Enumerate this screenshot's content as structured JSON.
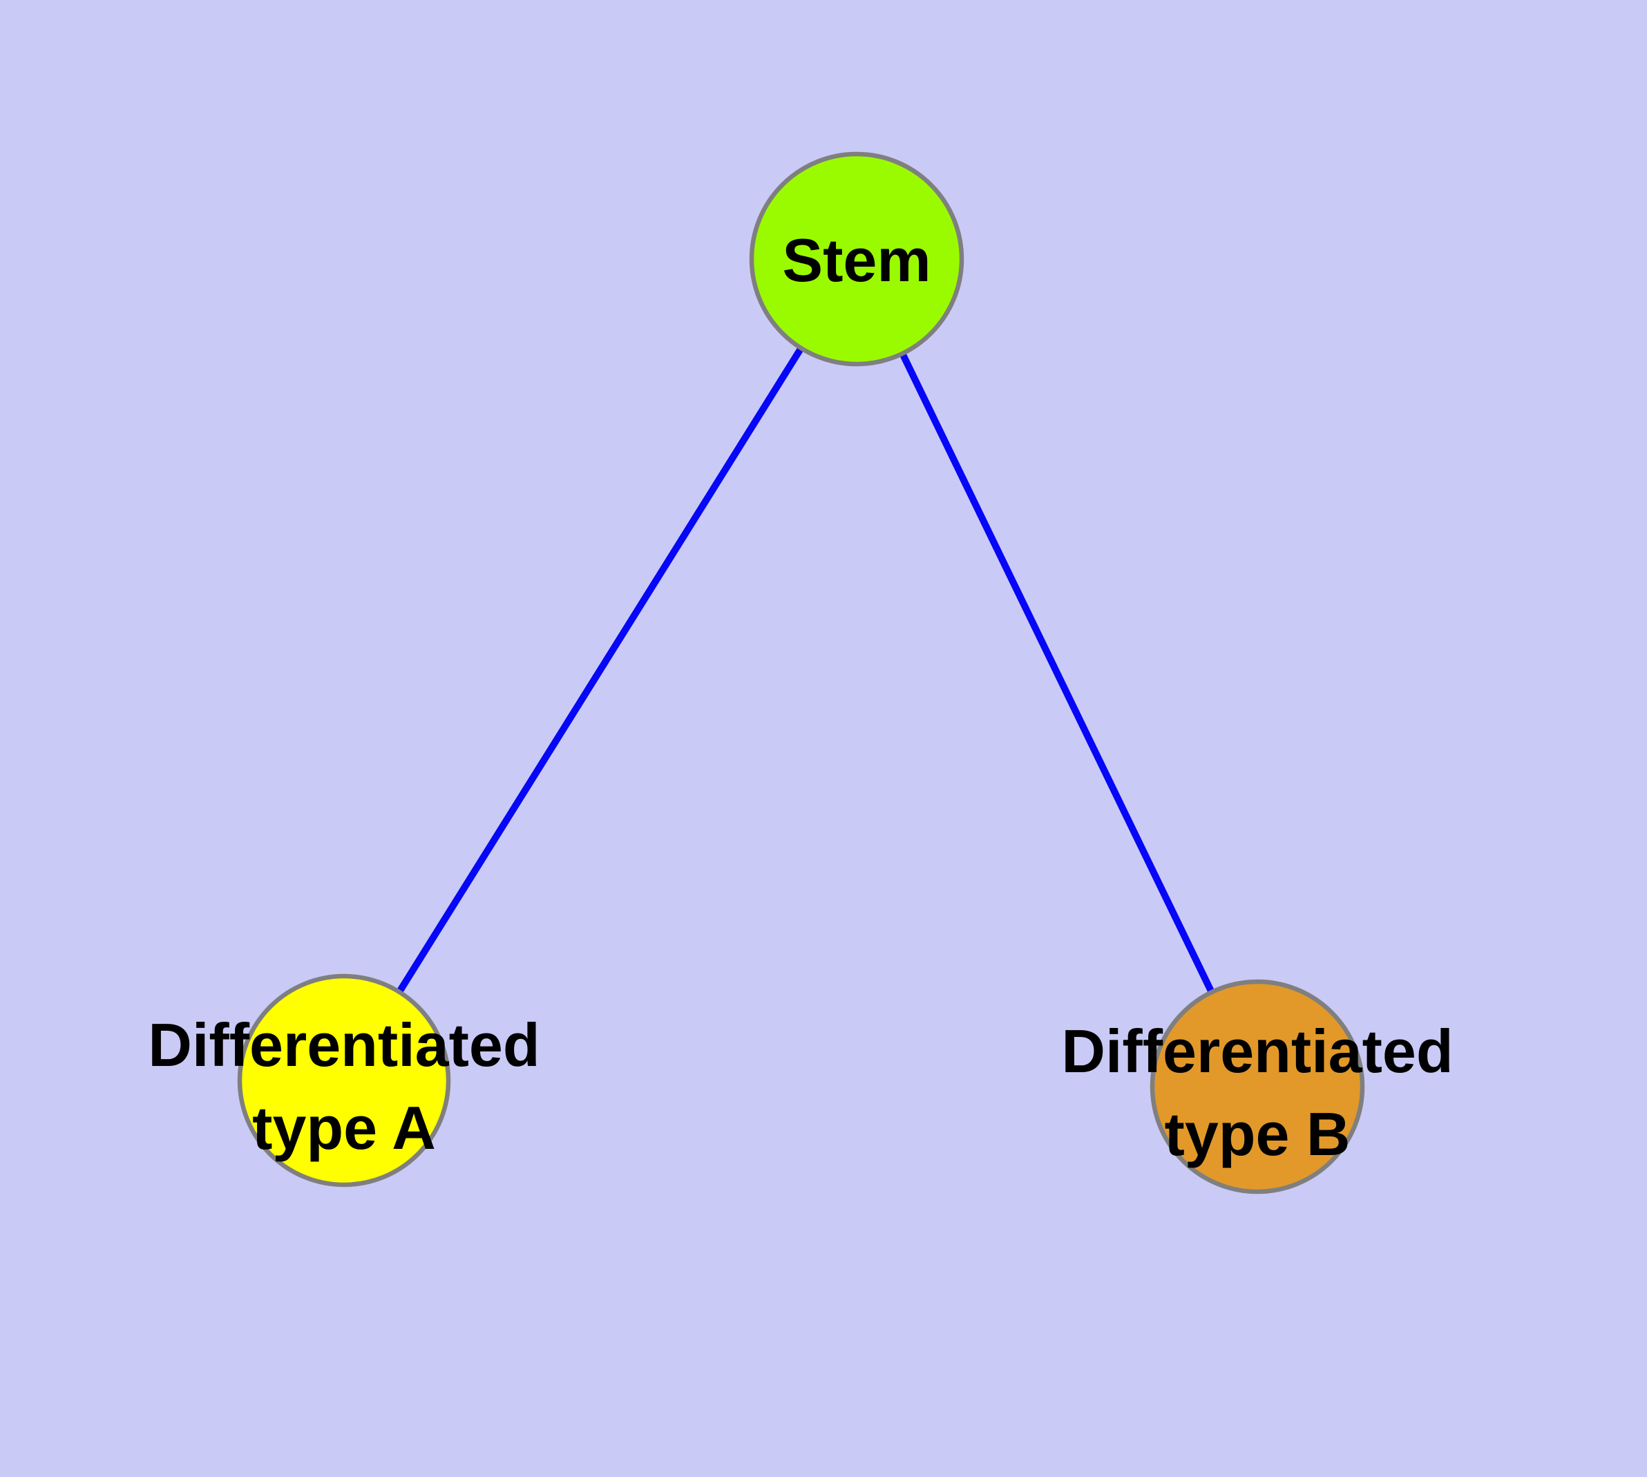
{
  "diagram": {
    "type": "node-link-graph",
    "background_color": "#cacaf6",
    "node_border_color": "#7f7f7f",
    "edge_color": "#0606f8",
    "label_color": "#000000",
    "nodes": [
      {
        "id": "stem",
        "label": "Stem",
        "line1": "Stem",
        "line2": "",
        "fill": "#9afb00"
      },
      {
        "id": "type-a",
        "label": "Differentiated type A",
        "line1": "Differentiated",
        "line2": "type A",
        "fill": "#ffff00"
      },
      {
        "id": "type-b",
        "label": "Differentiated type B",
        "line1": "Differentiated",
        "line2": "type B",
        "fill": "#e2992a"
      }
    ],
    "edges": [
      {
        "from": "Stem",
        "to": "Differentiated type A"
      },
      {
        "from": "Stem",
        "to": "Differentiated type B"
      }
    ]
  }
}
